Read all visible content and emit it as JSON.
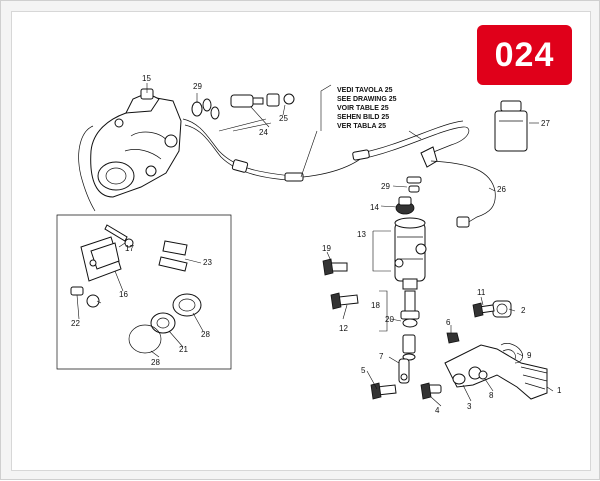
{
  "diagram_number": "024",
  "reference_note": [
    "VEDI TAVOLA 25",
    "SEE DRAWING 25",
    "VOIR TABLE 25",
    "SEHEN BILD 25",
    "VER TABLA 25"
  ],
  "part_labels": {
    "p1": "1",
    "p2": "2",
    "p3": "3",
    "p4": "4",
    "p5": "5",
    "p6": "6",
    "p7": "7",
    "p8": "8",
    "p9": "9",
    "p11": "11",
    "p12": "12",
    "p13": "13",
    "p14": "14",
    "p15": "15",
    "p16": "16",
    "p17": "17",
    "p18": "18",
    "p19": "19",
    "p20": "20",
    "p21": "21",
    "p22": "22",
    "p23": "23",
    "p24": "24",
    "p25": "25",
    "p26": "26",
    "p27": "27",
    "p28a": "28",
    "p28b": "28",
    "p29a": "29",
    "p29b": "29"
  },
  "accent_color": "#e0001a"
}
